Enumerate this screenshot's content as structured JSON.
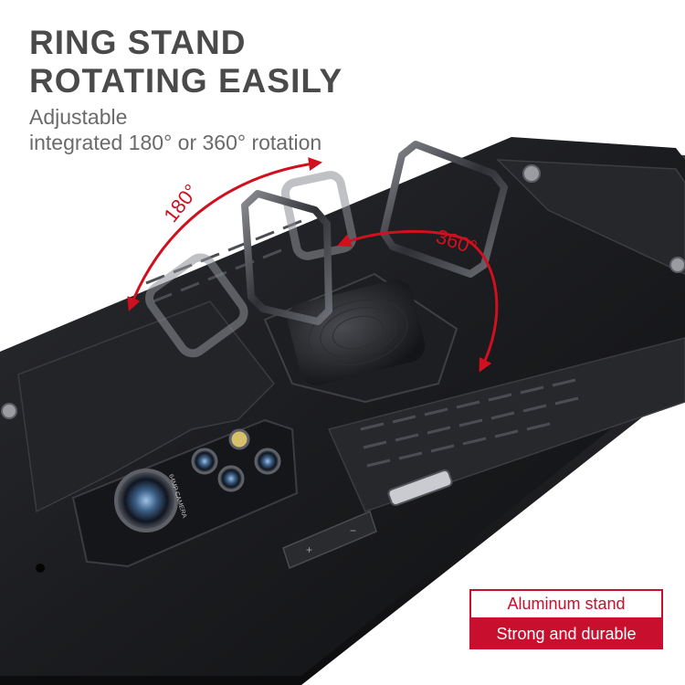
{
  "headline": {
    "line1": "RING STAND",
    "line2": "ROTATING EASILY"
  },
  "subheadline": {
    "line1": "Adjustable",
    "line2": "integrated 180° or 360° rotation"
  },
  "rotation_labels": {
    "left": "180°",
    "right": "360°"
  },
  "camera_text": "64MP CAMERA",
  "button_symbols": {
    "plus": "+",
    "minus": "−"
  },
  "badges": {
    "material": "Aluminum stand",
    "durability": "Strong and durable"
  },
  "colors": {
    "accent_red": "#c8102e",
    "case_black": "#1e1f22",
    "text_gray": "#4a4a4a"
  }
}
